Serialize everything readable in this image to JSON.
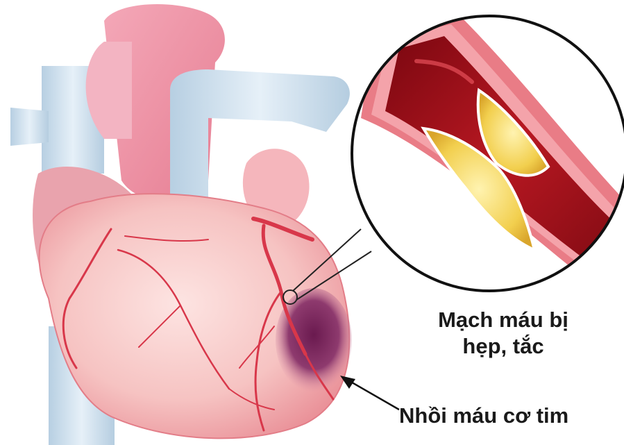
{
  "labels": {
    "narrowed_vessel_line1": "Mạch máu bị",
    "narrowed_vessel_line2": "hẹp, tắc",
    "myocardial_infarction": "Nhồi máu cơ tim"
  },
  "colors": {
    "vein_blue": "#cfe0ee",
    "heart_pink": "#f2a9b0",
    "heart_light": "#f8d2d3",
    "artery_red": "#d8374a",
    "infarct_purple": "#7b2a5e",
    "blood_red": "#a8101a",
    "plaque_yellow": "#f3d35a",
    "vessel_wall": "#e97c86",
    "text": "#1a1a1a"
  }
}
